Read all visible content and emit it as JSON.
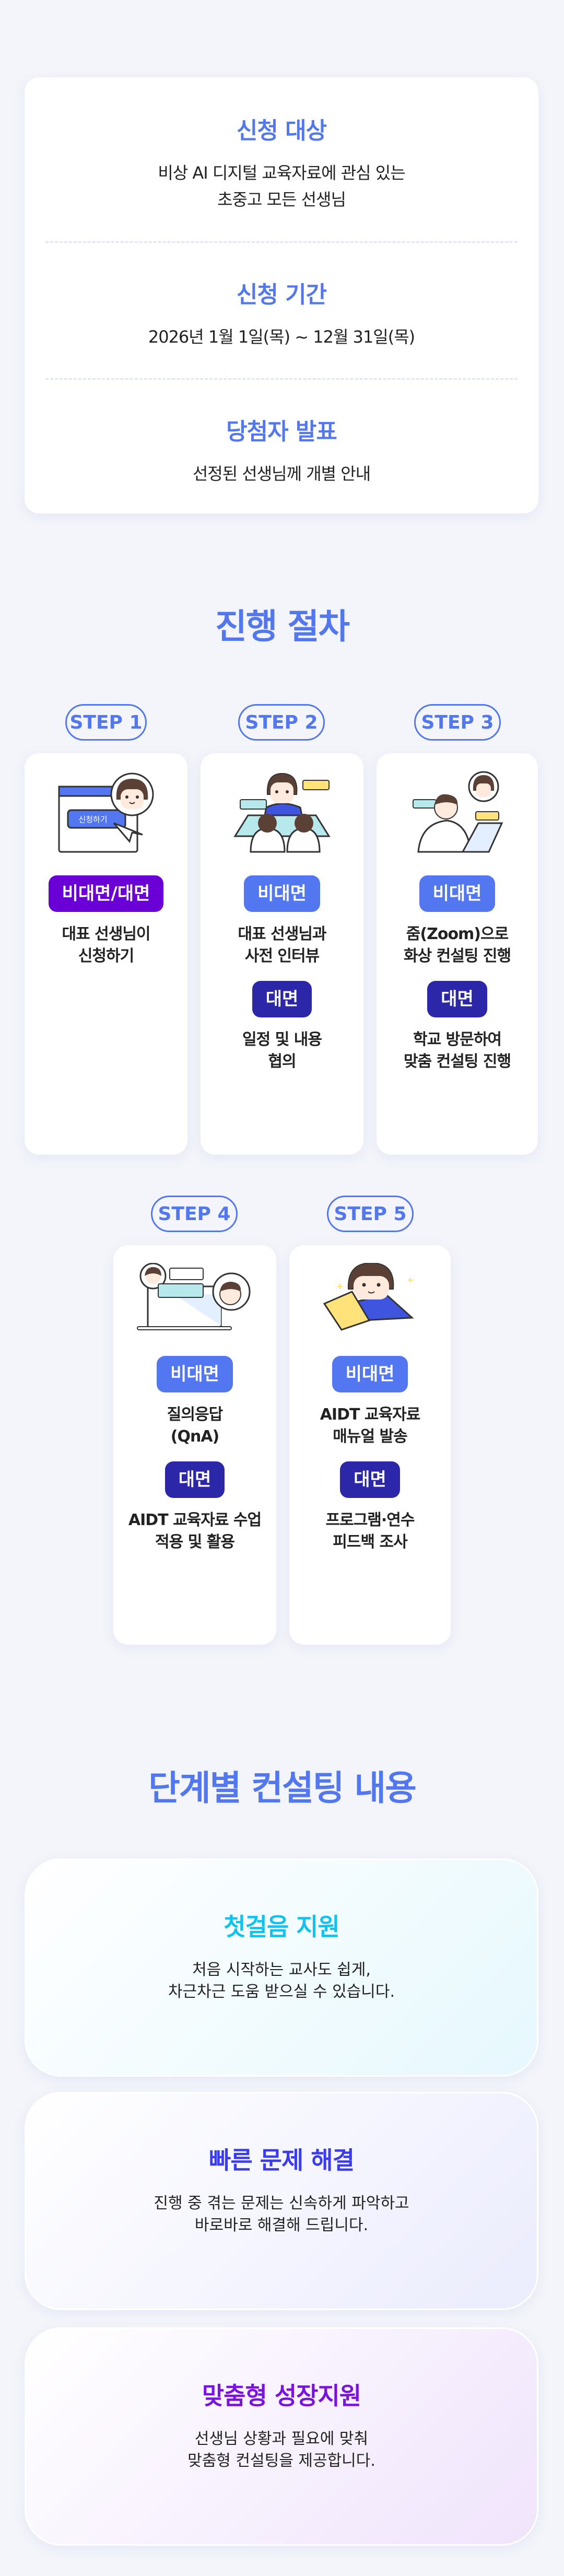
{
  "info": [
    {
      "title": "신청 대상",
      "lines": [
        "비상 AI 디지털 교육자료에 관심 있는",
        "초중고 모든 선생님"
      ]
    },
    {
      "title": "신청 기간",
      "lines": [
        "2026년 1월 1일(목) ~ 12월 31일(목)"
      ]
    },
    {
      "title": "당첨자 발표",
      "lines": [
        "선정된 선생님께 개별 안내"
      ]
    }
  ],
  "process": {
    "title": "진행 절차",
    "steps": [
      {
        "label": "STEP 1",
        "image_button": "신청하기",
        "items": [
          {
            "badge": "비대면/대면",
            "type": "mixed",
            "lines": [
              "대표 선생님이",
              "신청하기"
            ]
          }
        ]
      },
      {
        "label": "STEP 2",
        "items": [
          {
            "badge": "비대면",
            "type": "online",
            "lines": [
              "대표 선생님과",
              "사전 인터뷰"
            ]
          },
          {
            "badge": "대면",
            "type": "offline",
            "lines": [
              "일정 및 내용",
              "협의"
            ]
          }
        ]
      },
      {
        "label": "STEP 3",
        "items": [
          {
            "badge": "비대면",
            "type": "online",
            "lines": [
              "줌(Zoom)으로",
              "화상 컨설팅 진행"
            ]
          },
          {
            "badge": "대면",
            "type": "offline",
            "lines": [
              "학교 방문하여",
              "맞춤 컨설팅 진행"
            ]
          }
        ]
      },
      {
        "label": "STEP 4",
        "items": [
          {
            "badge": "비대면",
            "type": "online",
            "lines": [
              "질의응답",
              "(QnA)"
            ]
          },
          {
            "badge": "대면",
            "type": "offline",
            "lines": [
              "AIDT 교육자료 수업",
              "적용 및 활용"
            ]
          }
        ]
      },
      {
        "label": "STEP 5",
        "items": [
          {
            "badge": "비대면",
            "type": "online",
            "lines": [
              "AIDT 교육자료",
              "매뉴얼 발송"
            ]
          },
          {
            "badge": "대면",
            "type": "offline",
            "lines": [
              "프로그램·연수",
              "피드백 조사"
            ]
          }
        ]
      }
    ]
  },
  "consulting": {
    "title": "단계별 컨설팅 내용",
    "cards": [
      {
        "title": "첫걸음 지원",
        "color": "#12c2ee",
        "lines": [
          "처음 시작하는 교사도 쉽게,",
          "차근차근 도움 받으실 수 있습니다."
        ]
      },
      {
        "title": "빠른 문제 해결",
        "color": "#3b3bf0",
        "lines": [
          "진행 중 겪는 문제는 신속하게 파악하고",
          "바로바로 해결해 드립니다."
        ]
      },
      {
        "title": "맞춤형 성장지원",
        "color": "#7a12e0",
        "lines": [
          "선생님 상황과 필요에 맞춰",
          "맞춤형 컨설팅을 제공합니다."
        ]
      }
    ]
  },
  "colors": {
    "accent": "#5277f0",
    "online": "#5277f0",
    "offline": "#2b27a8",
    "mixed": "#6a00d6",
    "background": "#f4f5fa"
  }
}
